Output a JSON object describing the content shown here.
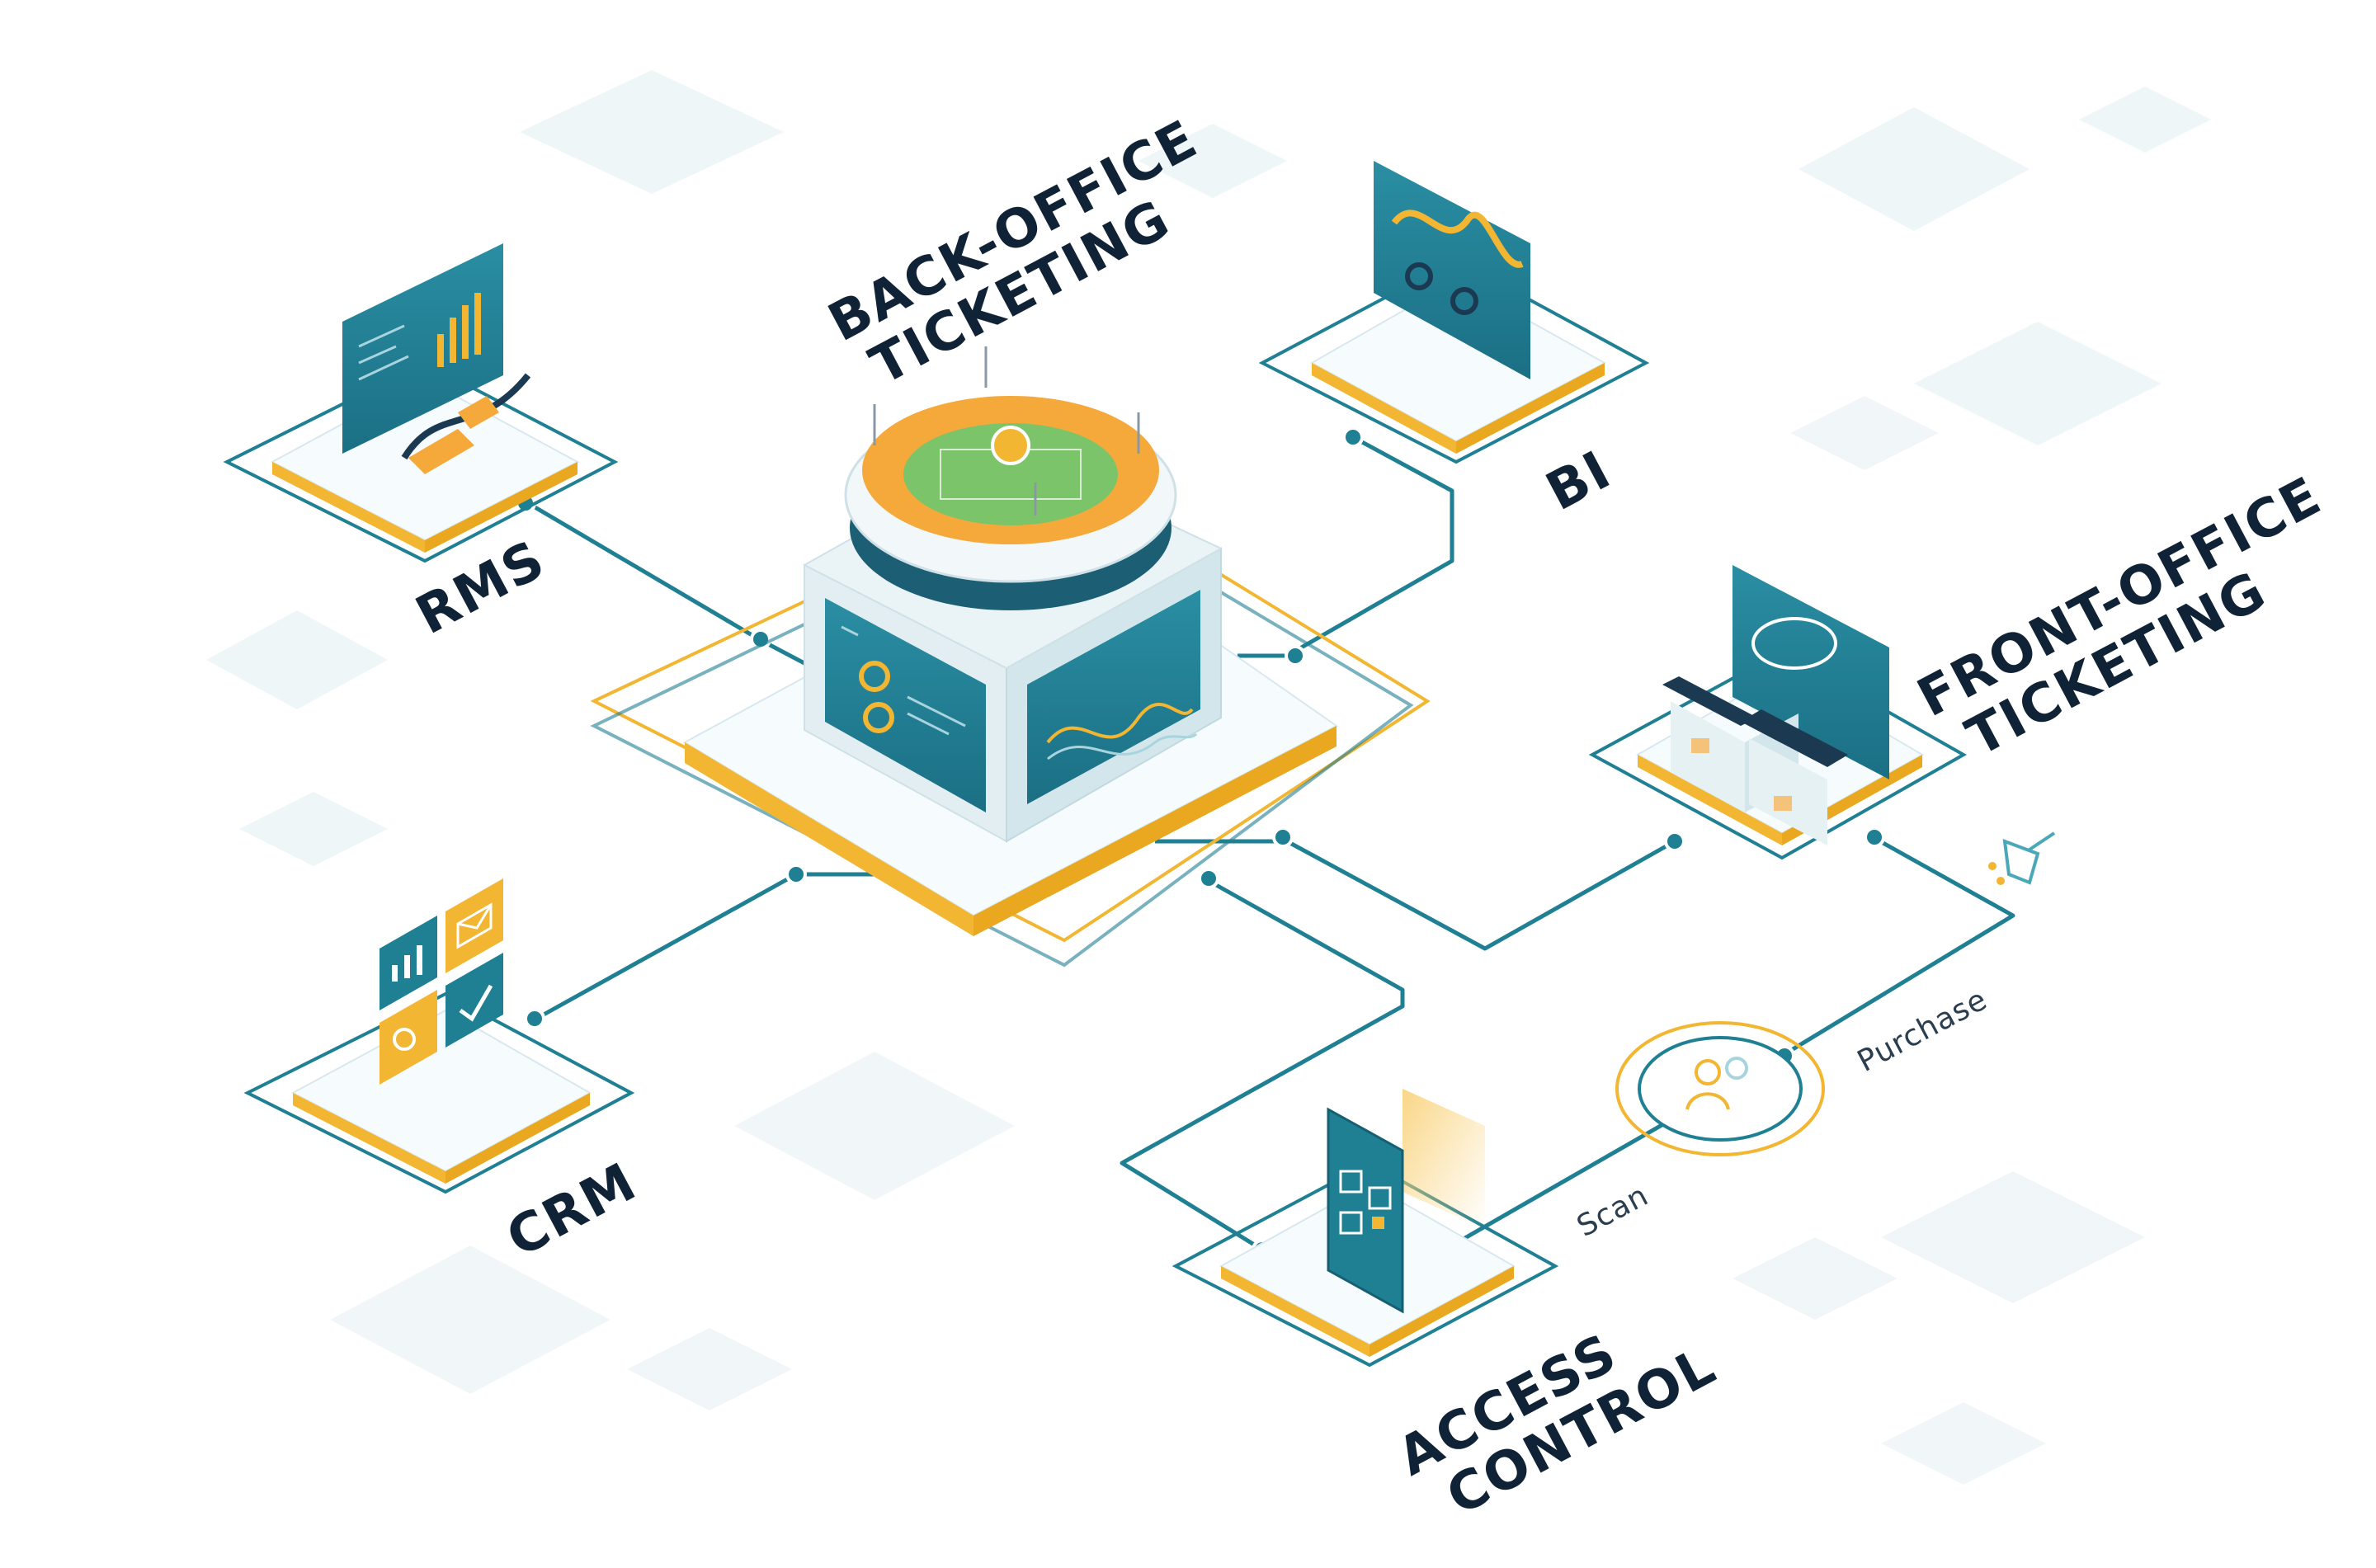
{
  "colors": {
    "teal": "#1f7f93",
    "teal_dark": "#175f73",
    "gold": "#f2b632",
    "gold_light": "#f9d27a",
    "tile_bg": "#e6f1f4",
    "card_white": "#f6fbfd",
    "text_dark": "#102236"
  },
  "nodes": {
    "back_office": {
      "label_line1": "BACK-OFFICE",
      "label_line2": "TICKETING"
    },
    "rms": {
      "label": "RMS"
    },
    "bi": {
      "label": "BI"
    },
    "front_office": {
      "label_line1": "FRONT-OFFICE",
      "label_line2": "TICKETING"
    },
    "crm": {
      "label": "CRM"
    },
    "access_control": {
      "label_line1": "ACCESS",
      "label_line2": "CONTROL"
    }
  },
  "edges": {
    "purchase": "Purchase",
    "scan": "Scan"
  },
  "icons": {
    "stadium": "stadium-icon",
    "chart": "bar-chart-icon",
    "line_chart": "line-chart-icon",
    "shops": "shop-icon",
    "mail": "mail-icon",
    "check": "check-icon",
    "gear": "gear-icon",
    "qr": "qr-code-icon",
    "user": "user-icon",
    "cart": "cart-icon"
  }
}
